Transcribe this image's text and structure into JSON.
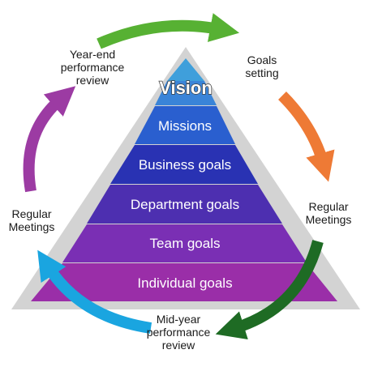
{
  "pyramid": {
    "levels": [
      {
        "label": "Vision",
        "color": "#3f9fdb"
      },
      {
        "label": "Missions",
        "color": "#2a5fcf"
      },
      {
        "label": "Business goals",
        "color": "#2932b3"
      },
      {
        "label": "Department goals",
        "color": "#4d2fb0"
      },
      {
        "label": "Team goals",
        "color": "#7a2fb4"
      },
      {
        "label": "Individual goals",
        "color": "#9a2ea8"
      }
    ],
    "outline_color": "#cdcdcd"
  },
  "cycle": {
    "stages": [
      {
        "lines": [
          "Goals",
          "setting"
        ]
      },
      {
        "lines": [
          "Regular",
          "Meetings"
        ]
      },
      {
        "lines": [
          "Mid-year",
          "performance",
          "review"
        ]
      },
      {
        "lines": [
          "Regular",
          "Meetings"
        ]
      },
      {
        "lines": [
          "Year-end",
          "performance",
          "review"
        ]
      }
    ],
    "arrows": [
      {
        "name": "green",
        "color": "#57b133"
      },
      {
        "name": "orange",
        "color": "#ee7a35"
      },
      {
        "name": "dark-green",
        "color": "#1e6b24"
      },
      {
        "name": "blue",
        "color": "#1aa5e0"
      },
      {
        "name": "purple",
        "color": "#9c3ba3"
      }
    ]
  }
}
